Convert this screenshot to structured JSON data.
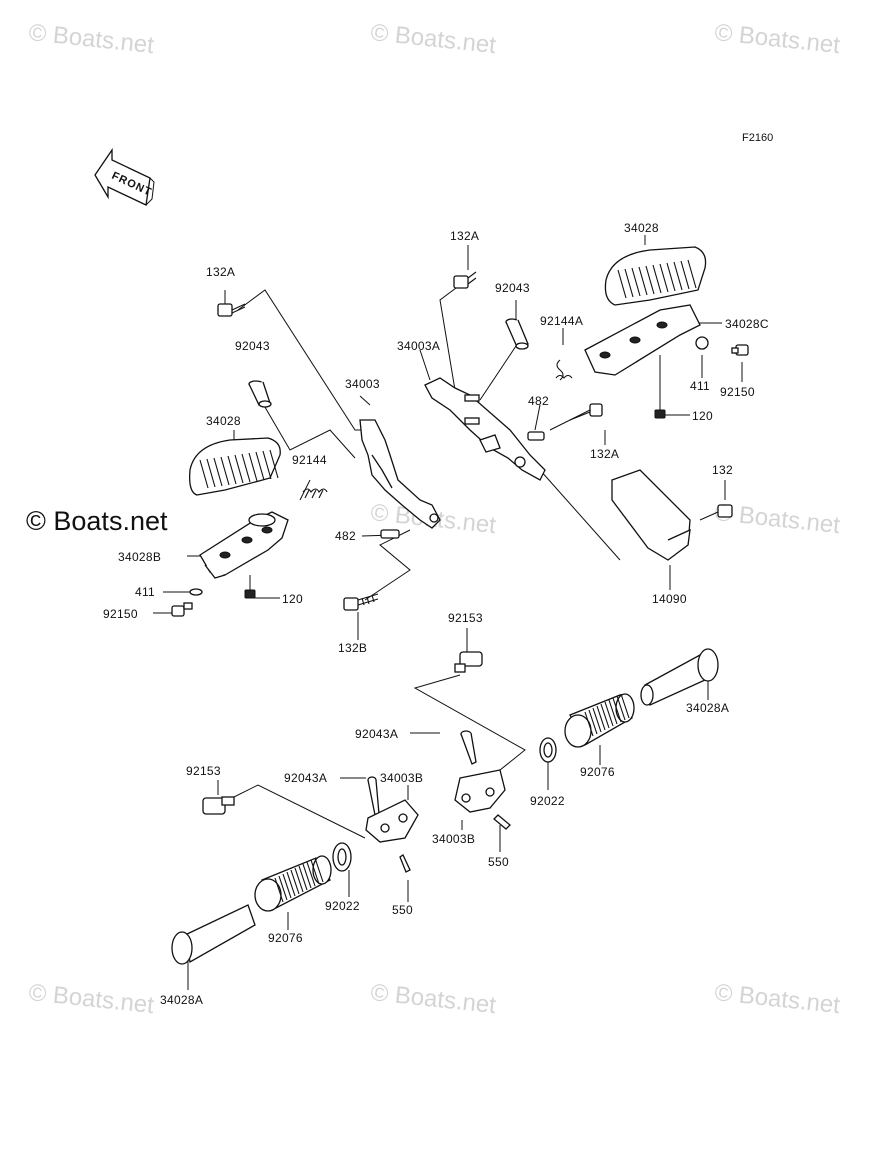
{
  "diagram_code": "F2160",
  "front_label": "FRONT",
  "watermark": {
    "tile_text": "© Boats.net",
    "main_text": "© Boats.net"
  },
  "labels": {
    "l_132A_left": "132A",
    "l_92043_left": "92043",
    "l_34003": "34003",
    "l_34028_left": "34028",
    "l_92144": "92144",
    "l_482_left": "482",
    "l_34028B": "34028B",
    "l_411_left": "411",
    "l_120_left": "120",
    "l_92150_left": "92150",
    "l_132B": "132B",
    "l_132A_top": "132A",
    "l_92043_right": "92043",
    "l_92144A": "92144A",
    "l_34003A": "34003A",
    "l_482_right": "482",
    "l_132A_right": "132A",
    "l_34028_right": "34028",
    "l_34028C": "34028C",
    "l_411_right": "411",
    "l_92150_right": "92150",
    "l_120_right": "120",
    "l_132": "132",
    "l_14090": "14090",
    "l_92153_top": "92153",
    "l_34028A_right": "34028A",
    "l_92043A_right": "92043A",
    "l_92022_right": "92022",
    "l_92076_right": "92076",
    "l_34003B_right": "34003B",
    "l_550_right": "550",
    "l_92153_left": "92153",
    "l_92043A_left": "92043A",
    "l_34003B_left": "34003B",
    "l_92022_left": "92022",
    "l_550_left": "550",
    "l_92076_left": "92076",
    "l_34028A_left": "34028A"
  }
}
